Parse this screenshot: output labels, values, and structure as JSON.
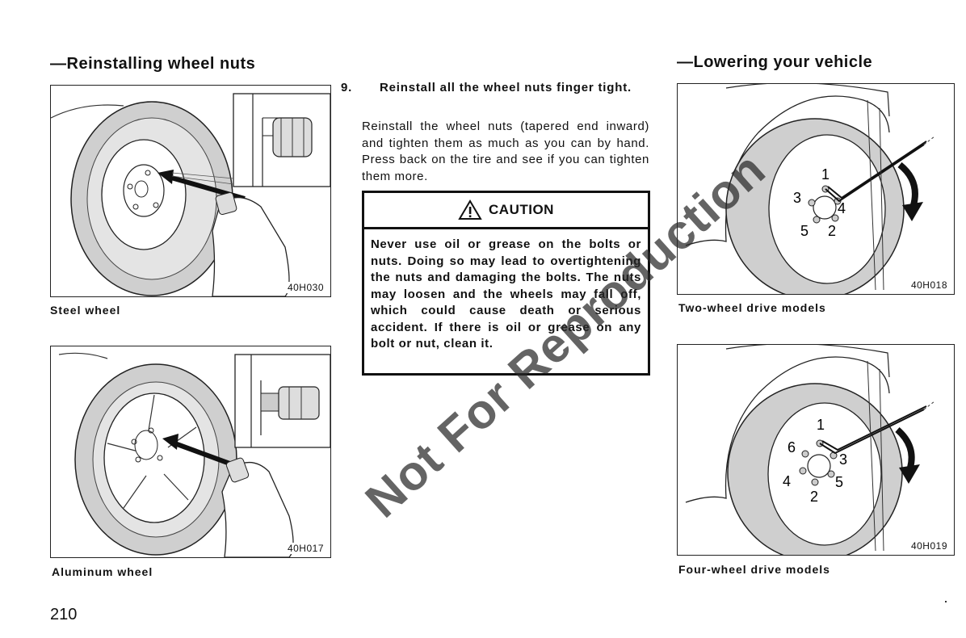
{
  "left_section": {
    "title": "—Reinstalling wheel nuts",
    "figures": [
      {
        "code": "40H030",
        "caption": "Steel wheel"
      },
      {
        "code": "40H017",
        "caption": "Aluminum wheel"
      }
    ]
  },
  "middle": {
    "step_number": "9.",
    "step_title": "Reinstall all the wheel nuts finger tight.",
    "body": "Reinstall the wheel nuts (tapered end inward) and tighten them as much as you can by hand. Press back on the tire and see if you can tighten them more.",
    "caution": {
      "title": "CAUTION",
      "text": "Never use oil or grease on the bolts or nuts. Doing so may lead to overtightening the nuts and damaging the bolts. The nuts may loosen and the wheels may fall off, which could cause death or serious accident. If there is oil or grease on any bolt or nut, clean it."
    }
  },
  "right_section": {
    "title": "—Lowering your vehicle",
    "figures": [
      {
        "code": "40H018",
        "caption": "Two-wheel drive models",
        "nut_labels": [
          "1",
          "4",
          "2",
          "5",
          "3"
        ]
      },
      {
        "code": "40H019",
        "caption": "Four-wheel drive models",
        "nut_labels": [
          "1",
          "3",
          "5",
          "2",
          "4",
          "6"
        ]
      }
    ]
  },
  "page_number": "210",
  "watermark": "Not For Reproduction"
}
